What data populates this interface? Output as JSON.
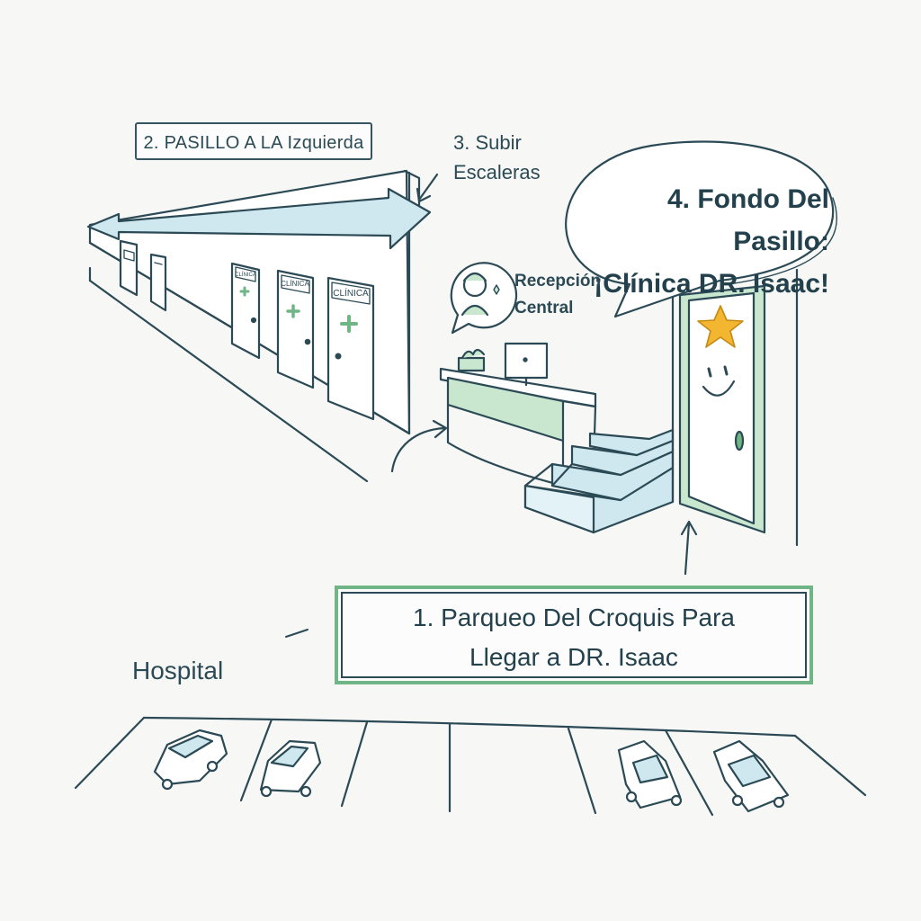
{
  "steps": {
    "step1_line1": "1. Parqueo Del Croquis Para",
    "step1_line2": "Llegar a DR. Isaac",
    "step2": "2. PASILLO A LA Izquierda",
    "step3_line1": "3. Subir",
    "step3_line2": "Escaleras",
    "step4_line1": "4. Fondo Del Pasillo:",
    "step4_line2": "¡Clínica DR. Isaac!"
  },
  "reception": {
    "line1": "Recepción",
    "line2": "Central"
  },
  "hospital_label": "Hospital",
  "corridor_door_signs": [
    "CLÍNICA",
    "CLÍNICA",
    "CLÍNICA"
  ],
  "colors": {
    "ink": "#2b4a55",
    "green": "#6fb585",
    "light_green": "#c9e7cf",
    "light_blue": "#cfe8ef",
    "star": "#f2b630"
  }
}
